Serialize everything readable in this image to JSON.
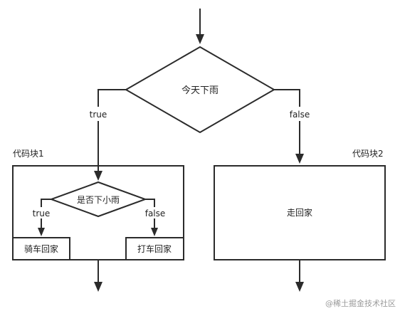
{
  "diagram": {
    "outer_decision": {
      "label": "今天下雨",
      "true_label": "true",
      "false_label": "false"
    },
    "block1": {
      "label": "代码块1",
      "inner_decision": {
        "label": "是否下小雨",
        "true_label": "true",
        "false_label": "false"
      },
      "left_box": "骑车回家",
      "right_box": "打车回家"
    },
    "block2": {
      "label": "代码块2",
      "box_text": "走回家"
    },
    "watermark": "@稀土掘金技术社区"
  }
}
